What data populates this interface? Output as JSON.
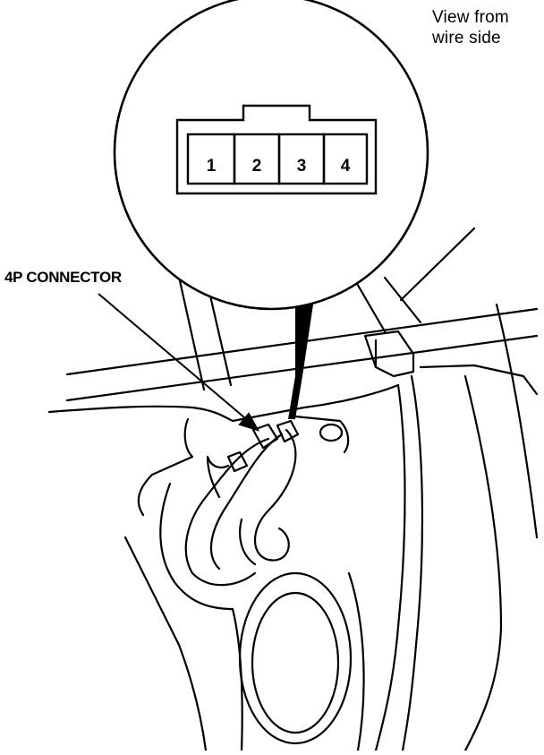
{
  "view_note": {
    "line1": "View from",
    "line2": "wire side"
  },
  "connector_label": "4P CONNECTOR",
  "pins": [
    "1",
    "2",
    "3",
    "4"
  ],
  "colors": {
    "ink": "#000000",
    "paper": "#ffffff"
  }
}
